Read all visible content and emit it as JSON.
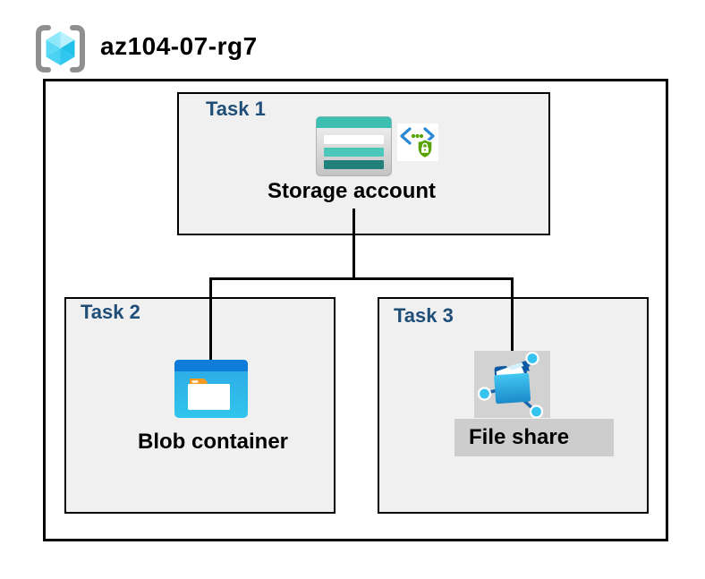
{
  "header": {
    "resource_group_name": "az104-07-rg7",
    "resource_group_icon": "resource-group-icon"
  },
  "colors": {
    "task_label_blue": "#1F4E79",
    "box_fill_gray": "#F0F0F0",
    "border_black": "#000000",
    "storage_teal": "#3CBFB1",
    "storage_teal_dark": "#20807A",
    "blob_blue": "#0F7CD9",
    "blob_cyan": "#2FB4E8",
    "folder_orange": "#F89A1E",
    "endpoint_green": "#57A300",
    "endpoint_blue": "#2B8AD6",
    "fileshare_dark_blue": "#0C5AA4",
    "fileshare_cyan": "#35C3F0",
    "fileshare_band_gray": "#CDCDCD",
    "icon_bracket_gray": "#8F8F8F"
  },
  "tasks": [
    {
      "label": "Task 1",
      "resource": "Storage account",
      "icons": [
        "storage-account-icon",
        "secure-endpoint-icon"
      ]
    },
    {
      "label": "Task 2",
      "resource": "Blob container",
      "icons": [
        "blob-container-icon"
      ]
    },
    {
      "label": "Task 3",
      "resource": "File share",
      "icons": [
        "file-share-icon"
      ]
    }
  ],
  "connections": [
    {
      "from": "Storage account",
      "to": "Blob container"
    },
    {
      "from": "Storage account",
      "to": "File share"
    }
  ]
}
